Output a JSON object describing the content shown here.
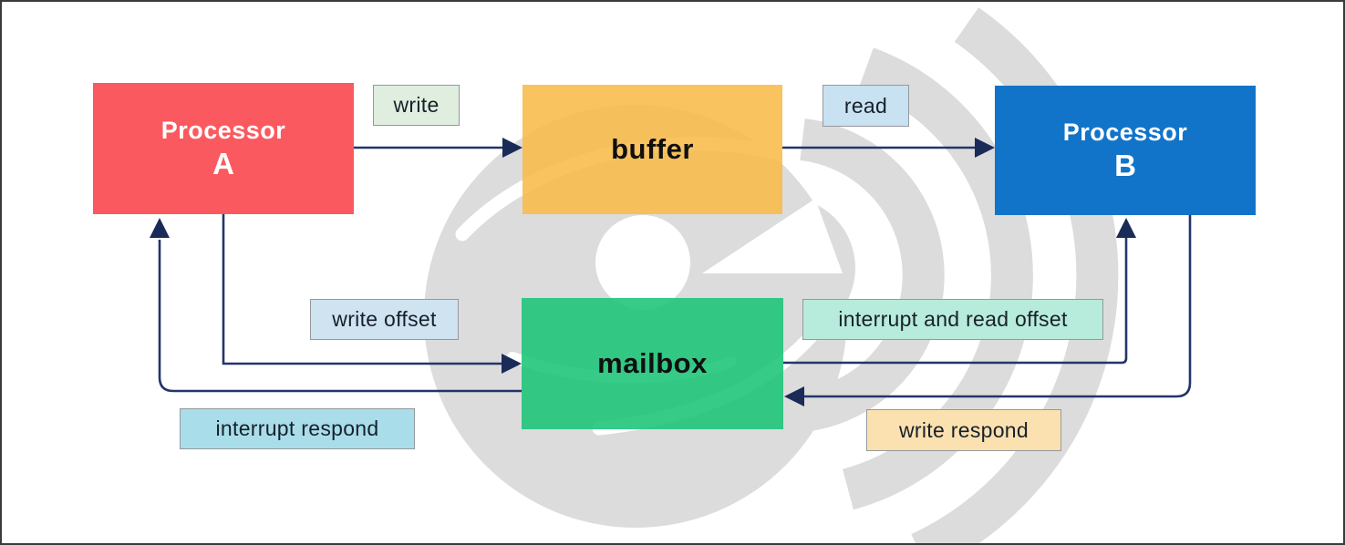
{
  "nodes": {
    "processor_a": {
      "line1": "Processor",
      "line2": "A"
    },
    "buffer": {
      "label": "buffer"
    },
    "processor_b": {
      "line1": "Processor",
      "line2": "B"
    },
    "mailbox": {
      "label": "mailbox"
    }
  },
  "edge_labels": {
    "write": "write",
    "read": "read",
    "write_offset": "write offset",
    "interrupt_and_read_offset": "interrupt and read offset",
    "interrupt_respond": "interrupt respond",
    "write_respond": "write respond"
  },
  "colors": {
    "processor_a": "#fa5a5f",
    "buffer": "rgba(248,186,72,0.87)",
    "processor_b": "#1174c9",
    "mailbox": "rgba(27,196,120,0.88)",
    "chip_write": "#dfeede",
    "chip_read": "#c9e2f1",
    "chip_write_offset": "#cfe3f0",
    "chip_interrupt_and_read_offset": "#b7ebdb",
    "chip_interrupt_respond": "#a9ddea",
    "chip_write_respond": "#fbe1b0",
    "arrow": "#23356b",
    "watermark": "#dcdcdc",
    "frame_border": "#3b3b3b"
  }
}
